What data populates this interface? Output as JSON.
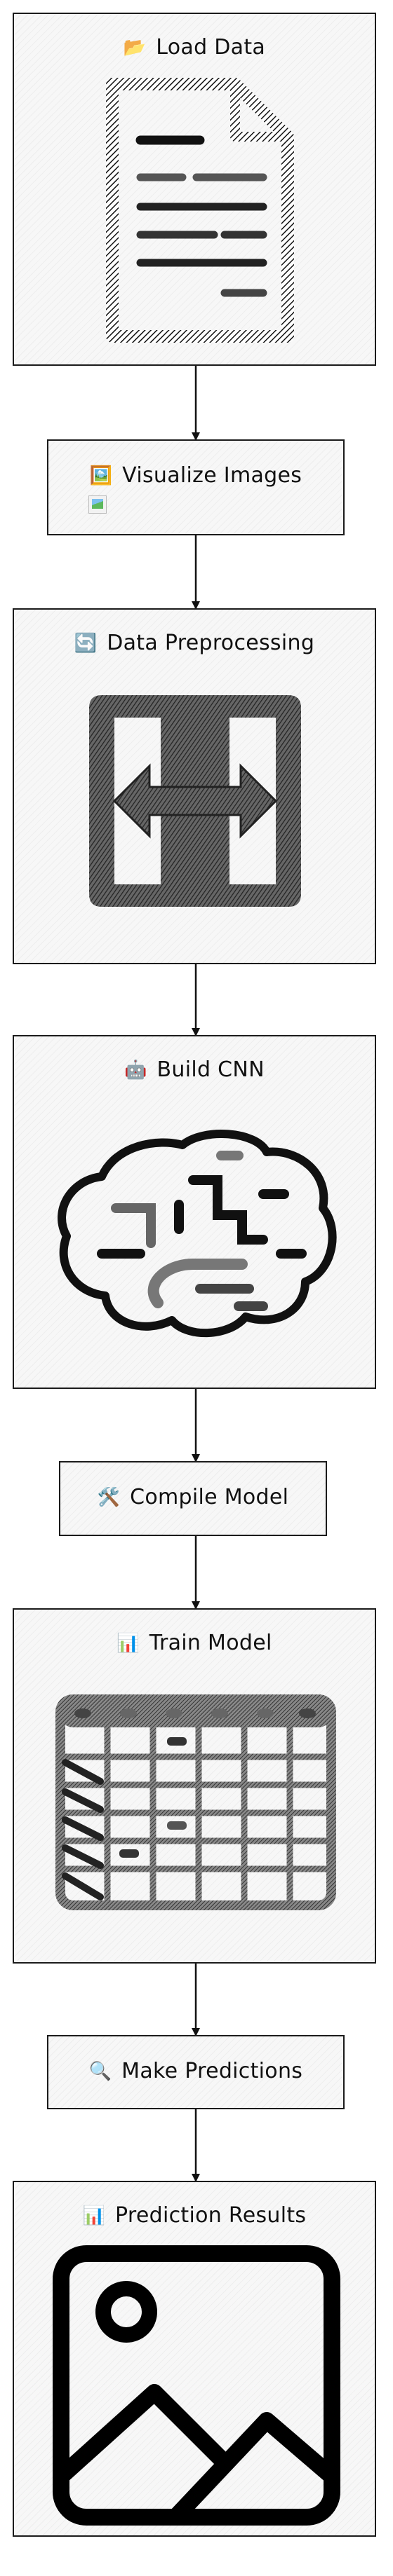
{
  "nodes": [
    {
      "id": "load-data",
      "icon": "folder-icon",
      "emoji": "📂",
      "label": "Load Data",
      "illustration": "document-icon"
    },
    {
      "id": "visualize-images",
      "icon": "picture-icon",
      "emoji": "🖼️",
      "label": "Visualize Images",
      "illustration": "broken-image-icon"
    },
    {
      "id": "data-preprocessing",
      "icon": "repeat-icon",
      "emoji": "🔄",
      "label": "Data Preprocessing",
      "illustration": "split-arrows-icon"
    },
    {
      "id": "build-cnn",
      "icon": "robot-icon",
      "emoji": "🤖",
      "label": "Build CNN",
      "illustration": "brain-icon"
    },
    {
      "id": "compile-model",
      "icon": "tools-icon",
      "emoji": "🛠️",
      "label": "Compile Model"
    },
    {
      "id": "train-model",
      "icon": "bar-chart-icon",
      "emoji": "📊",
      "label": "Train Model",
      "illustration": "table-icon"
    },
    {
      "id": "make-predictions",
      "icon": "magnifier-icon",
      "emoji": "🔍",
      "label": "Make Predictions"
    },
    {
      "id": "prediction-results",
      "icon": "bar-chart-icon",
      "emoji": "📊",
      "label": "Prediction Results",
      "illustration": "image-icon"
    }
  ],
  "edges": [
    {
      "from": "load-data",
      "to": "visualize-images"
    },
    {
      "from": "visualize-images",
      "to": "data-preprocessing"
    },
    {
      "from": "data-preprocessing",
      "to": "build-cnn"
    },
    {
      "from": "build-cnn",
      "to": "compile-model"
    },
    {
      "from": "compile-model",
      "to": "train-model"
    },
    {
      "from": "train-model",
      "to": "make-predictions"
    },
    {
      "from": "make-predictions",
      "to": "prediction-results"
    }
  ],
  "colors": {
    "stroke": "#1b1b1b",
    "fill": "#f7f7f7"
  }
}
